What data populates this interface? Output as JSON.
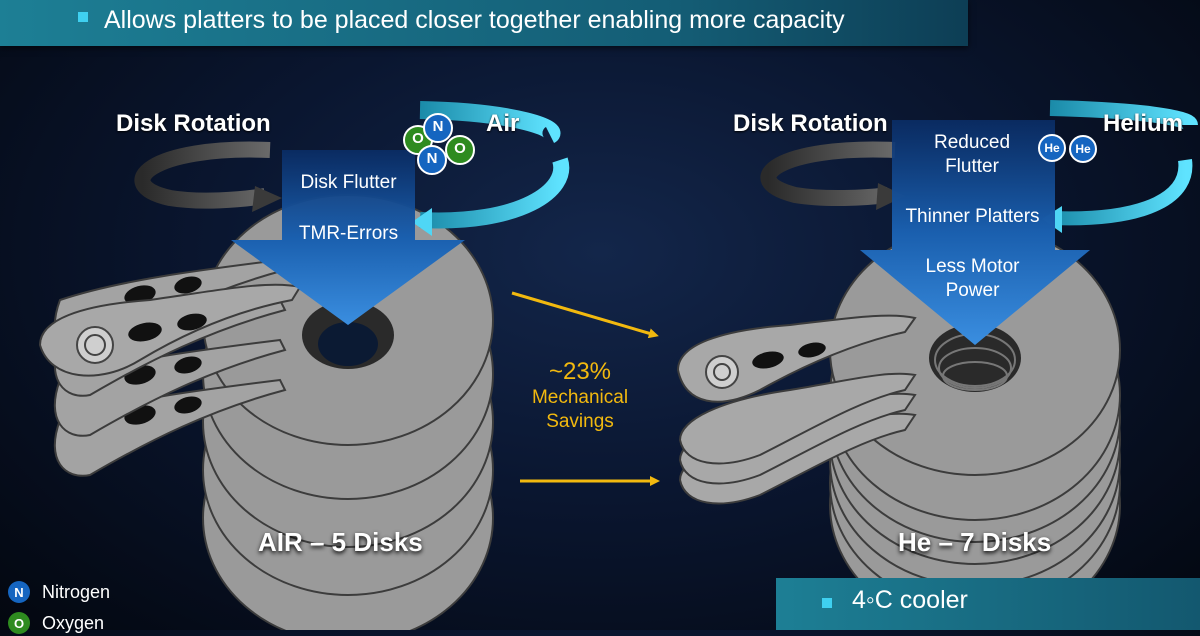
{
  "banner": {
    "text": "Allows platters to be placed closer together enabling more capacity"
  },
  "left": {
    "heading": "Disk Rotation",
    "gas_label": "Air",
    "arrow_lines": [
      "Disk Flutter",
      "TMR-Errors"
    ],
    "caption": "AIR – 5 Disks",
    "molecules": [
      "O",
      "N",
      "N",
      "O"
    ]
  },
  "right": {
    "heading": "Disk Rotation",
    "gas_label": "Helium",
    "arrow_lines": [
      "Reduced Flutter",
      "Thinner Platters",
      "Less Motor Power"
    ],
    "caption": "He – 7 Disks",
    "molecules": [
      "He",
      "He"
    ]
  },
  "center": {
    "percent": "~23%",
    "label_line1": "Mechanical",
    "label_line2": "Savings"
  },
  "legend": [
    {
      "symbol": "N",
      "name": "Nitrogen",
      "color": "#1565c0"
    },
    {
      "symbol": "O",
      "name": "Oxygen",
      "color": "#2e8b1f"
    }
  ],
  "benefits": {
    "items": [
      "4◦C cooler"
    ]
  },
  "colors": {
    "accent": "#3fd0f0",
    "savings": "#f2b90f",
    "arrow": "#1a5fae",
    "platter": "#9a9a9a"
  }
}
